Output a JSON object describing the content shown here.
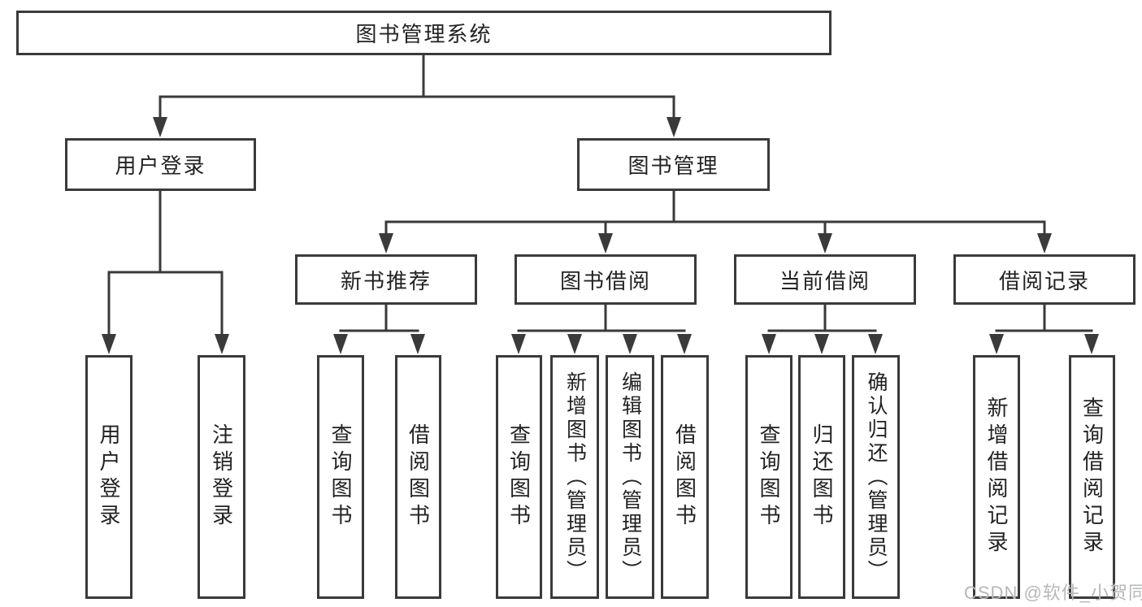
{
  "title": "图书管理系统",
  "watermark": "CSDN @软件_小贺同学",
  "tree": {
    "root": "图书管理系统",
    "branches": [
      {
        "label": "用户登录",
        "children": [
          "用户登录",
          "注销登录"
        ]
      },
      {
        "label": "图书管理",
        "children": [
          {
            "label": "新书推荐",
            "children": [
              "查询图书",
              "借阅图书"
            ]
          },
          {
            "label": "图书借阅",
            "children": [
              "查询图书",
              "新增图书（管理员）",
              "编辑图书（管理员）",
              "借阅图书"
            ]
          },
          {
            "label": "当前借阅",
            "children": [
              "查询图书",
              "归还图书",
              "确认归还（管理员）"
            ]
          },
          {
            "label": "借阅记录",
            "children": [
              "新增借阅记录",
              "查询借阅记录"
            ]
          }
        ]
      }
    ]
  },
  "colors": {
    "line": "#3a3a3a",
    "text": "#222222",
    "background": "#ffffff",
    "watermark": "#b5b7bb"
  }
}
